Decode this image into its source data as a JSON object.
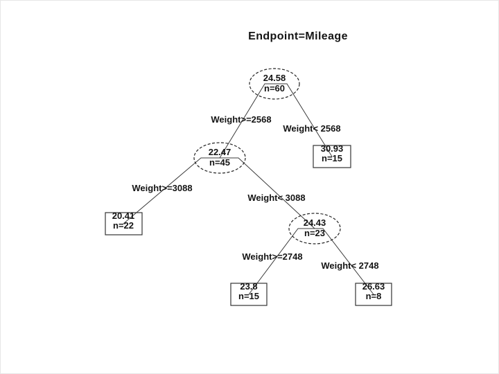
{
  "title": "Endpoint=Mileage",
  "colors": {
    "background": "#ffffff",
    "line": "#3a3a3a",
    "text": "#141414"
  },
  "tree": {
    "nodes": {
      "root": {
        "shape": "ellipse",
        "value": "24.58",
        "count": "n=60"
      },
      "weight_ge_2568": {
        "shape": "ellipse",
        "value": "22.47",
        "count": "n=45"
      },
      "weight_lt_2568": {
        "shape": "box",
        "value": "30.93",
        "count": "n=15"
      },
      "weight_ge_3088": {
        "shape": "box",
        "value": "20.41",
        "count": "n=22"
      },
      "weight_lt_3088": {
        "shape": "ellipse",
        "value": "24.43",
        "count": "n=23"
      },
      "weight_ge_2748": {
        "shape": "box",
        "value": "23.8",
        "count": "n=15"
      },
      "weight_lt_2748": {
        "shape": "box",
        "value": "26.63",
        "count": "n=8"
      }
    },
    "splits": {
      "level1_left": "Weight>=2568",
      "level1_right": "Weight< 2568",
      "level2_left": "Weight>=3088",
      "level2_right": "Weight< 3088",
      "level3_left": "Weight>=2748",
      "level3_right": "Weight< 2748"
    }
  }
}
